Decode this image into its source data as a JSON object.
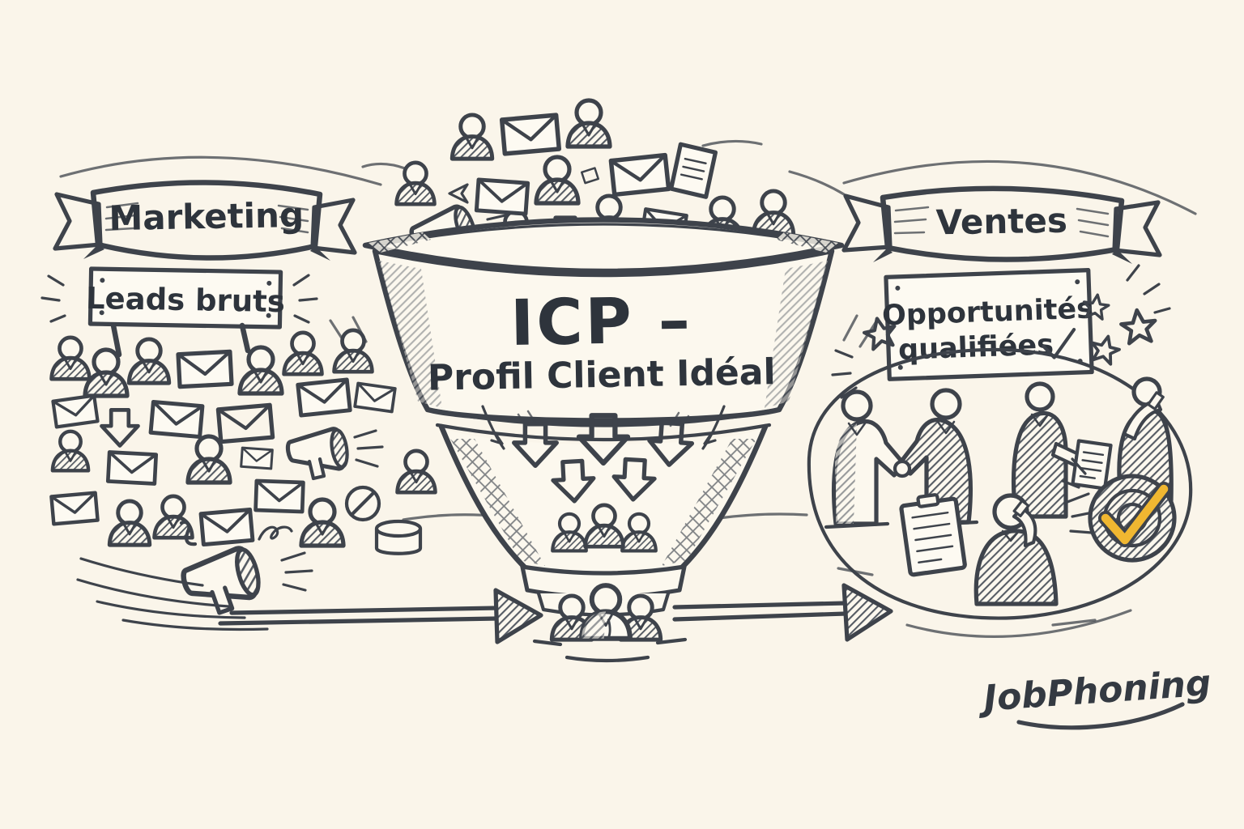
{
  "colors": {
    "background": "#FAF5EA",
    "ink": "#3E434B",
    "banner_yellow": "#F1C24F",
    "banner_yellow_dark": "#E0A93A",
    "banner_blue": "#C9DEE9",
    "banner_blue_dark": "#A3C4D4",
    "arrow_yellow": "#F0B93C",
    "arrow_blue": "#64AEDC",
    "star_yellow": "#F2C449",
    "check_yellow": "#F0B731",
    "envelope_yellow": "#F5D27C"
  },
  "marketing": {
    "banner": "Marketing",
    "sign": "Leads bruts"
  },
  "funnel": {
    "title": "ICP –",
    "subtitle": "Profil Client Idéal"
  },
  "sales": {
    "banner": "Ventes",
    "sign_line1": "Opportunités",
    "sign_line2": "qualifiées"
  },
  "brand": {
    "logo": "JobPhoning"
  }
}
